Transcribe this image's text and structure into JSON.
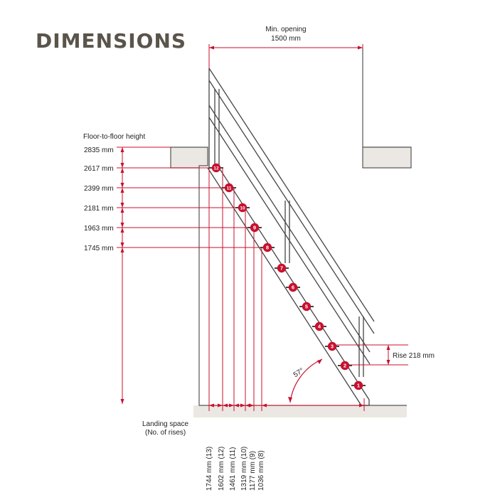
{
  "title": "DIMENSIONS",
  "min_opening": {
    "line1": "Min. opening",
    "line2": "1500 mm"
  },
  "floor_height_header": "Floor-to-floor height",
  "heights": [
    "2835 mm",
    "2617 mm",
    "2399 mm",
    "2181 mm",
    "1963 mm",
    "1745 mm"
  ],
  "step_numbers": [
    "1",
    "2",
    "3",
    "4",
    "5",
    "6",
    "7",
    "8",
    "9",
    "10",
    "11",
    "12"
  ],
  "angle": "57°",
  "rise": "Rise 218 mm",
  "landing": {
    "line1": "Landing space",
    "line2": "(No. of rises)"
  },
  "landing_values": [
    "1744 mm (13)",
    "1602 mm (12)",
    "1461 mm (11)",
    "1319 mm (10)",
    "1177 mm (9)",
    "1036 mm (8)"
  ],
  "colors": {
    "accent": "#c8102e",
    "title": "#5a544b",
    "floor": "#ebe7e2"
  }
}
